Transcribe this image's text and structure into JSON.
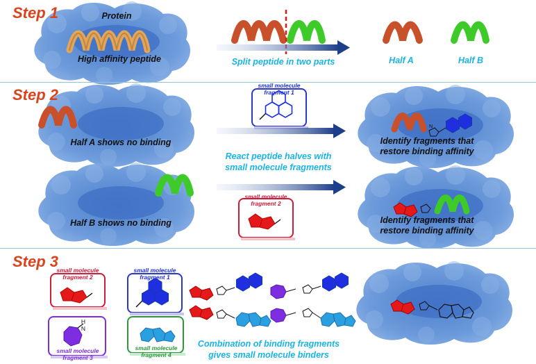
{
  "steps": {
    "step1": "Step 1",
    "step2": "Step 2",
    "step3": "Step 3"
  },
  "step1": {
    "protein": "Protein",
    "peptide": "High affinity peptide",
    "split": "Split peptide in two parts",
    "half_a": "Half A",
    "half_b": "Half B"
  },
  "step2": {
    "half_a_no_binding": "Half A shows no binding",
    "half_b_no_binding": "Half B shows no binding",
    "react_line1": "React peptide halves with",
    "react_line2": "small molecule fragments",
    "identify_line1": "Identify fragments that",
    "identify_line2": "restore binding affinity"
  },
  "fragments": {
    "f1_line1": "small molecule",
    "f1_line2": "fragment 1",
    "f2_line1": "small molecule",
    "f2_line2": "fragment 2",
    "f3_line1": "small molecule",
    "f3_line2": "fragment 3",
    "f4_line1": "small molecule",
    "f4_line2": "fragment 4",
    "nh": "H\nN",
    "triazole_n": "N"
  },
  "step3": {
    "combine_line1": "Combination of binding fragments",
    "combine_line2": "gives small molecule binders"
  },
  "colors": {
    "step_label": "#d9441c",
    "cyan_text": "#19b4e3",
    "protein": "#5b8fd3",
    "pocket": "#3f6fc4",
    "helix_a": "#c8502a",
    "helix_b": "#3ecb2a",
    "helix_gold": "#e2a55a",
    "arrow": "#1d3f8a",
    "frag1": "#1f2fe0",
    "frag2": "#e41a1a",
    "frag3": "#7c2ee0",
    "frag4": "#2aa0e0"
  }
}
